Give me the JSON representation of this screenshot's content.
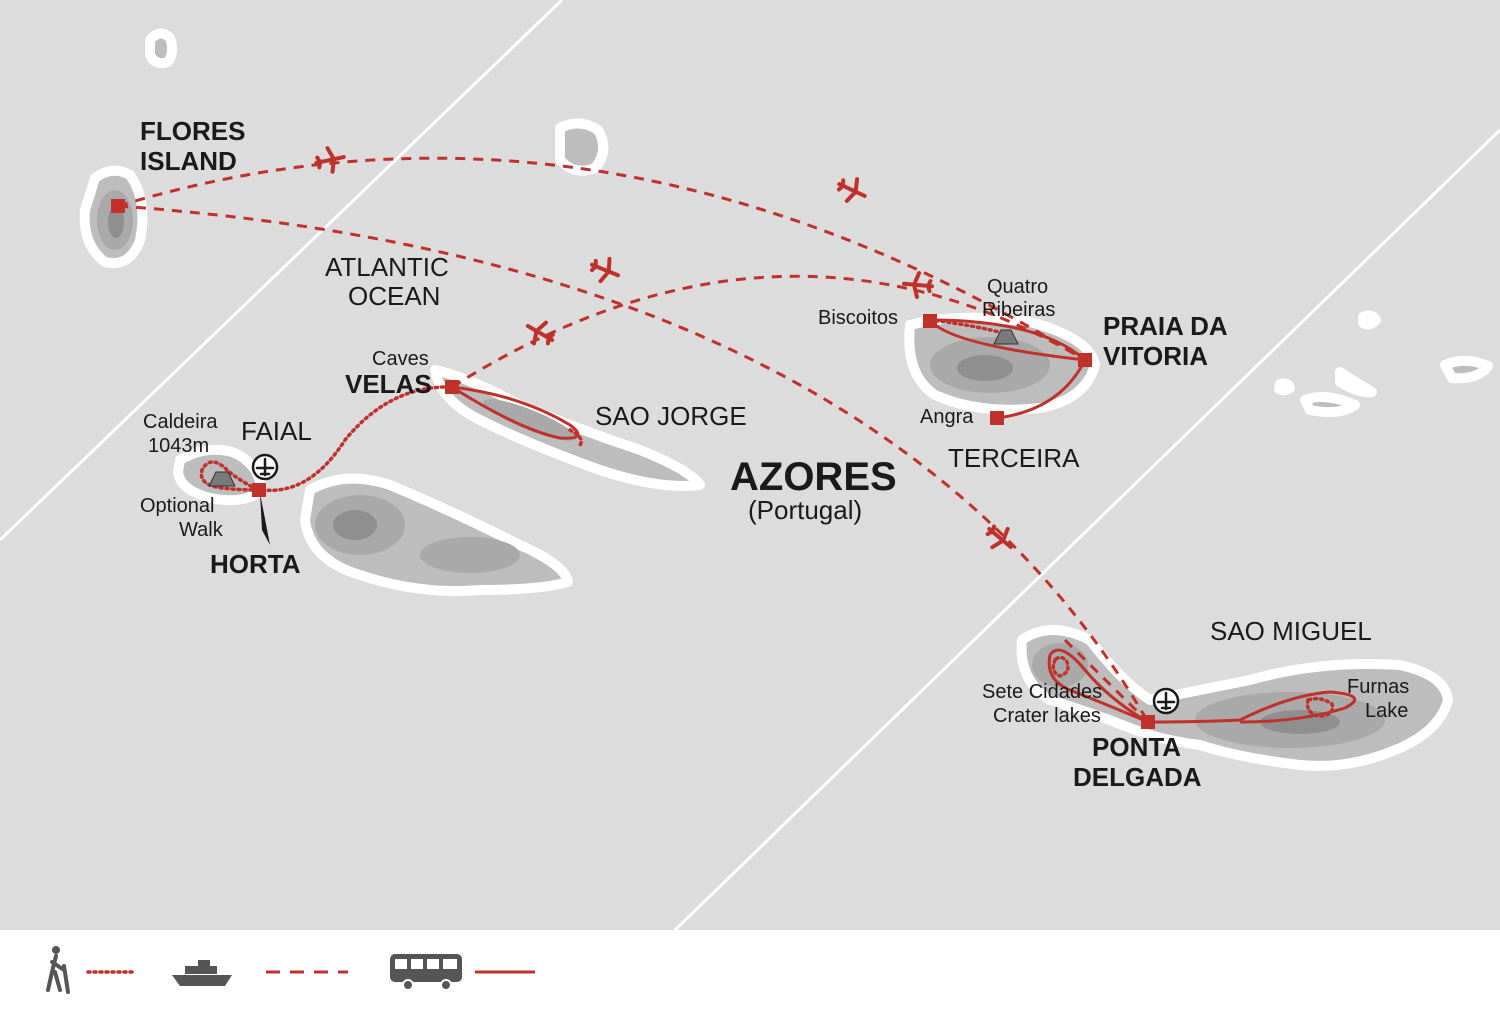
{
  "map": {
    "title": "AZORES",
    "subtitle": "(Portugal)",
    "ocean_label": [
      "ATLANTIC",
      "OCEAN"
    ],
    "islands": {
      "flores": [
        "FLORES",
        "ISLAND"
      ],
      "faial": "FAIAL",
      "sao_jorge": "SAO JORGE",
      "terceira": "TERCEIRA",
      "sao_miguel": "SAO MIGUEL"
    },
    "towns": {
      "horta": "HORTA",
      "velas": "VELAS",
      "praia": [
        "PRAIA DA",
        "VITORIA"
      ],
      "ponta": [
        "PONTA",
        "DELGADA"
      ]
    },
    "places": {
      "caldeira": [
        "Caldeira",
        "1043m"
      ],
      "optional_walk": [
        "Optional",
        "Walk"
      ],
      "caves": "Caves",
      "biscoitos": "Biscoitos",
      "quatro": [
        "Quatro",
        "Ribeiras"
      ],
      "angra": "Angra",
      "sete": [
        "Sete Cidades",
        "Crater lakes"
      ],
      "furnas": [
        "Furnas",
        "Lake"
      ]
    },
    "colors": {
      "route": "#c0312b",
      "sea": "#dcdcdc",
      "land": "#bdbdbd"
    }
  },
  "legend": {
    "items": [
      {
        "icon": "hiker-icon",
        "route": "walking"
      },
      {
        "icon": "ferry-icon",
        "route": "flight-or-ferry"
      },
      {
        "icon": "bus-icon",
        "route": "bus"
      }
    ]
  }
}
